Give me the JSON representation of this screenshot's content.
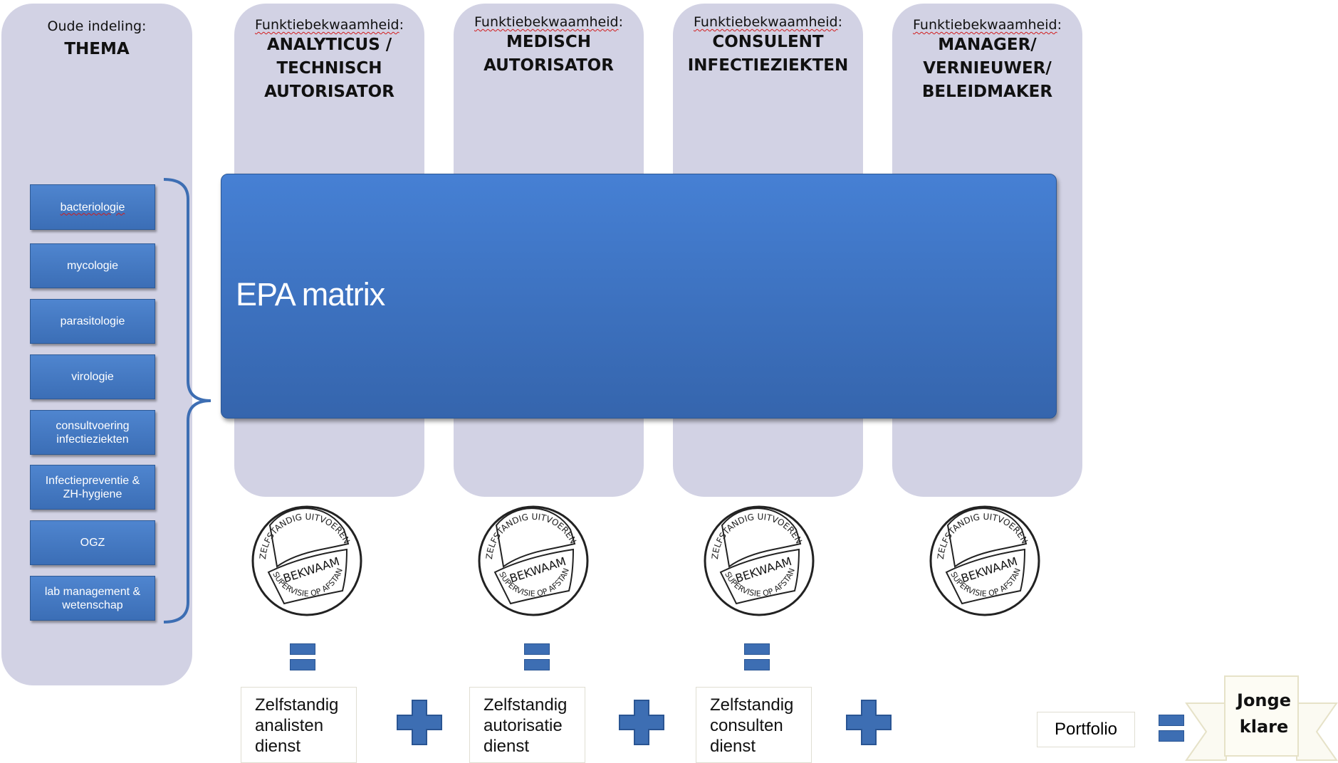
{
  "thema": {
    "sub": "Oude indeling:",
    "main": "THEMA",
    "items": [
      "bacteriologie",
      "mycologie",
      "parasitologie",
      "virologie",
      "consultvoering\ninfectieziekten",
      "Infectiepreventie  &\nZH-hygiene",
      "OGZ",
      "lab management  &\nwetenschap"
    ]
  },
  "columns": [
    {
      "sub": "Funktiebekwaamheid",
      "colon": ":",
      "main": "ANALYTICUS /\nTECHNISCH\nAUTORISATOR"
    },
    {
      "sub": "Funktiebekwaamheid",
      "colon": ":",
      "main": "MEDISCH\nAUTORISATOR"
    },
    {
      "sub": "Funktiebekwaamheid",
      "colon": ":",
      "main": "CONSULENT\nINFECTIEZIEKTEN"
    },
    {
      "sub": "Funktiebekwaamheid",
      "colon": ":",
      "main": "MANAGER/\nVERNIEUWER/\nBELEIDMAKER"
    }
  ],
  "epa_label": "EPA matrix",
  "stamp": {
    "top_text": "ZELFSTANDIG UITVOEREN",
    "center_text": "BEKWAAM",
    "bottom_text": "SUPERVISIE OP AFSTAND"
  },
  "boxes": [
    "Zelfstandig\nanalisten\ndienst",
    "Zelfstandig\nautorisatie\ndienst",
    "Zelfstandig\nconsulten\ndienst"
  ],
  "portfolio": "Portfolio",
  "result": "Jonge\nklare",
  "colors": {
    "column_bg": "#d2d2e4",
    "blue": "#3d6eb3",
    "epa_blue": "#3d72c2"
  }
}
